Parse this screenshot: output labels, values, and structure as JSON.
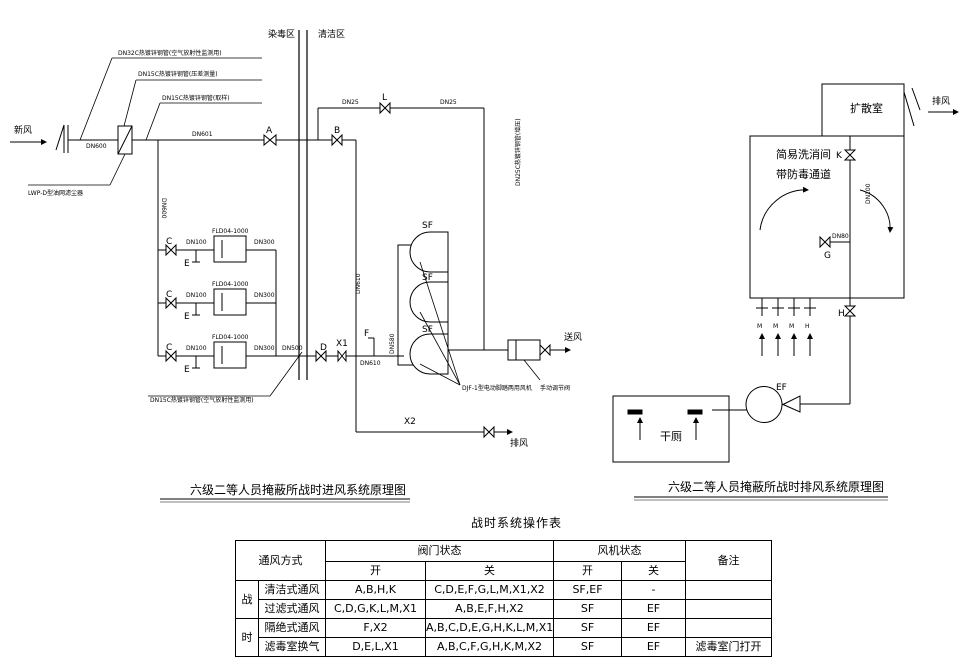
{
  "zones": {
    "contaminated": "染毒区",
    "clean": "清洁区"
  },
  "intake": {
    "fresh_air_label": "新风",
    "pipe_dn600": "DN600",
    "pipe_dn601": "DN601",
    "pipe_dn25": "DN25",
    "pipe_dn100": "DN100",
    "pipe_dn300": "DN300",
    "pipe_dn500": "DN500",
    "pipe_dn610": "DN610",
    "pipe_dn580": "DN580",
    "note_1": "DN32C热镀锌钢管(空气放射性监测用)",
    "note_2": "DN15C热镀锌钢管(压差测量)",
    "note_3": "DN15C热镀锌钢管(取样)",
    "note_4": "DN15C热镀锌钢管(空气放射性监测用)",
    "note_5": "DN25C热镀锌钢管(增压)",
    "filter_model": "LWP-D型油网滤尘器",
    "filters": [
      "FLD04-1000",
      "FLD04-1000",
      "FLD04-1000"
    ],
    "fan_sf": "SF",
    "fan_model": "DJF-1型电动脚踏两用风机",
    "fan_note": "手动调节阀",
    "to_label": "送风",
    "exhaust_label": "排风",
    "valves": {
      "A": "A",
      "B": "B",
      "C": "C",
      "D": "D",
      "E": "E",
      "F": "F",
      "L": "L",
      "X1": "X1",
      "X2": "X2"
    },
    "title": "六级二等人员掩蔽所战时进风系统原理图"
  },
  "exhaust": {
    "expansion_room": "扩散室",
    "exhaust_out": "排风",
    "room_text_1": "简易洗消间",
    "room_text_2": "带防毒通道",
    "pipe_dn100": "DN100",
    "pipe_dn80": "DN80",
    "valves": {
      "K": "K",
      "G": "G",
      "H": "H",
      "M": "M"
    },
    "fan_ef": "EF",
    "toilet": "干厕",
    "title": "六级二等人员掩蔽所战时排风系统原理图"
  },
  "table": {
    "title": "战时系统操作表",
    "head_mode": "通风方式",
    "head_valve": "阀门状态",
    "head_fan": "风机状态",
    "head_note": "备注",
    "open": "开",
    "close": "关",
    "side_1": "战",
    "side_2": "时",
    "rows": [
      {
        "mode": "清洁式通风",
        "v_open": "A,B,H,K",
        "v_close": "C,D,E,F,G,L,M,X1,X2",
        "f_open": "SF,EF",
        "f_close": "-",
        "note": ""
      },
      {
        "mode": "过滤式通风",
        "v_open": "C,D,G,K,L,M,X1",
        "v_close": "A,B,E,F,H,X2",
        "f_open": "SF",
        "f_close": "EF",
        "note": ""
      },
      {
        "mode": "隔绝式通风",
        "v_open": "F,X2",
        "v_close": "A,B,C,D,E,G,H,K,L,M,X1",
        "f_open": "SF",
        "f_close": "EF",
        "note": ""
      },
      {
        "mode": "滤毒室换气",
        "v_open": "D,E,L,X1",
        "v_close": "A,B,C,F,G,H,K,M,X2",
        "f_open": "SF",
        "f_close": "EF",
        "note": "滤毒室门打开"
      }
    ]
  }
}
